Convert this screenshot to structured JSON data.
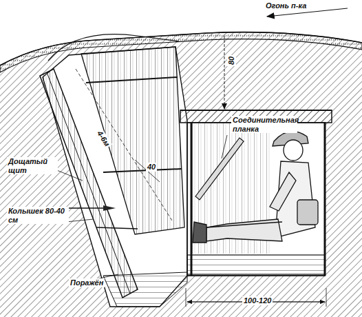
{
  "diagram": {
    "labels": [
      "Огонь п-ка",
      "Соединительная планка",
      "Дощатый щит",
      "Колышек 80-40 см",
      "Поражён",
      "100-120",
      "80",
      "4-6м",
      "40"
    ]
  }
}
